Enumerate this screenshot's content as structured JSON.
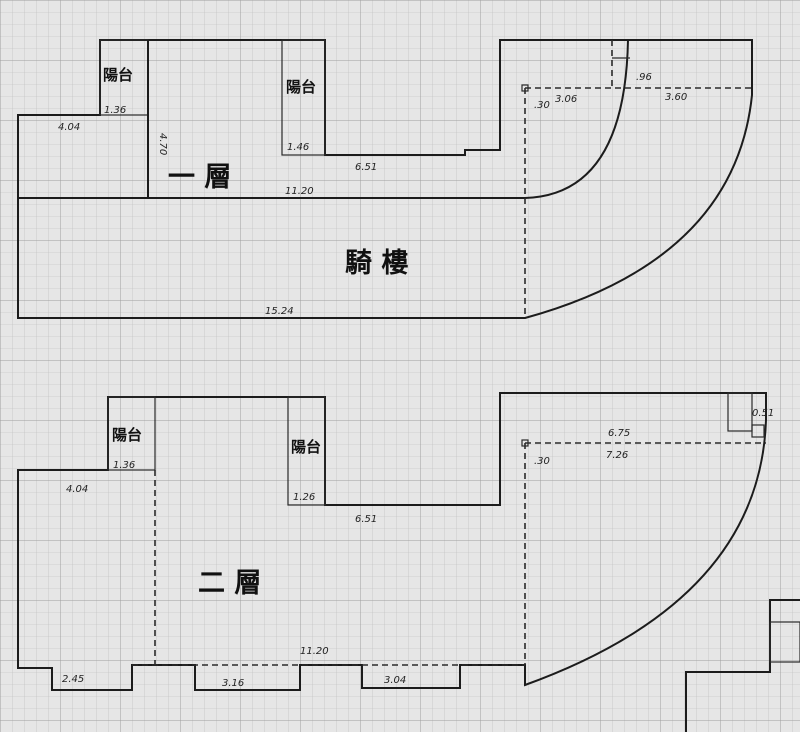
{
  "floor1": {
    "title": "一 層",
    "arcade": "騎 樓",
    "balcony_left": "陽台",
    "balcony_right": "陽台",
    "dims": {
      "d_404": "4.04",
      "d_136": "1.36",
      "d_470": "4.70",
      "d_146": "1.46",
      "d_651": "6.51",
      "d_1120": "11.20",
      "d_1524": "15.24",
      "d_306": "3.06",
      "d_360": "3.60",
      "d_96": ".96",
      "d_30": ".30"
    }
  },
  "floor2": {
    "title": "二 層",
    "balcony_left": "陽台",
    "balcony_right": "陽台",
    "dims": {
      "d_404": "4.04",
      "d_136": "1.36",
      "d_126": "1.26",
      "d_651": "6.51",
      "d_1120": "11.20",
      "d_245": "2.45",
      "d_316": "3.16",
      "d_304": "3.04",
      "d_675": "6.75",
      "d_726": "7.26",
      "d_051": "0.51",
      "d_30": ".30"
    }
  }
}
